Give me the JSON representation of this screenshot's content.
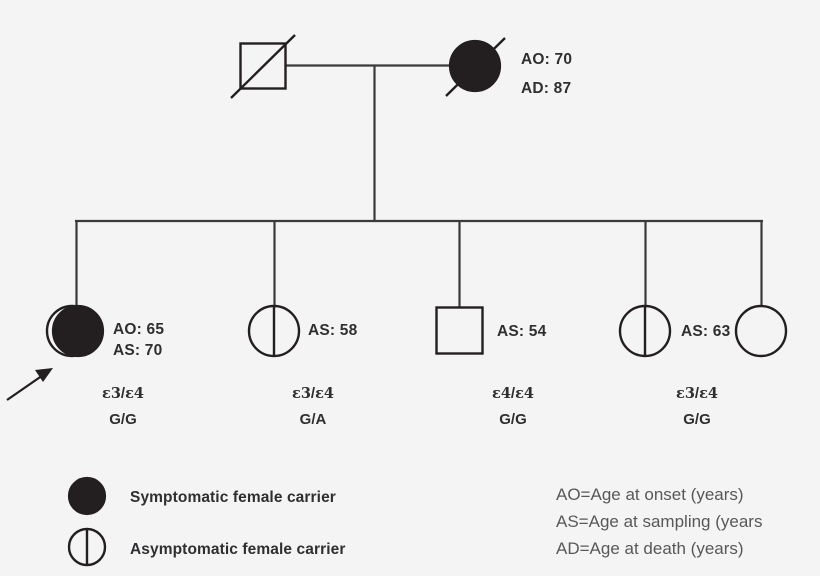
{
  "figure": {
    "type": "pedigree-chart",
    "background_color": "#f4f4f4",
    "line_color": "#3a3a3c",
    "symbol_color": "#231f20"
  },
  "generation1": {
    "father": {
      "id": "I-1",
      "sex": "male",
      "shape": "square",
      "affected": "unaffected",
      "fill": "none",
      "deceased": true,
      "labels": []
    },
    "mother": {
      "id": "I-2",
      "sex": "female",
      "shape": "circle",
      "affected": "symptomatic-carrier",
      "fill": "full",
      "deceased": true,
      "label_line1": "AO: 70",
      "label_line2": "AD: 87"
    }
  },
  "generation2": [
    {
      "id": "II-1",
      "sex": "female",
      "shape": "circle",
      "affected": "symptomatic-carrier",
      "fill": "full",
      "deceased": false,
      "proband": true,
      "label_line1": "AO: 65",
      "label_line2": "AS: 70",
      "apoe": "ε3/ε4",
      "apoe_allele1": "ε3",
      "apoe_allele2": "ε4",
      "snp": "G/G"
    },
    {
      "id": "II-2",
      "sex": "female",
      "shape": "circle",
      "affected": "asymptomatic-carrier",
      "fill": "half",
      "deceased": false,
      "proband": false,
      "label_line1": "AS: 58",
      "label_line2": "",
      "apoe": "ε3/ε4",
      "apoe_allele1": "ε3",
      "apoe_allele2": "ε4",
      "snp": "G/A"
    },
    {
      "id": "II-3",
      "sex": "male",
      "shape": "square",
      "affected": "unaffected",
      "fill": "none",
      "deceased": false,
      "proband": false,
      "label_line1": "AS: 54",
      "label_line2": "",
      "apoe": "ε4/ε4",
      "apoe_allele1": "ε4",
      "apoe_allele2": "ε4",
      "snp": "G/G"
    },
    {
      "id": "II-4",
      "sex": "female",
      "shape": "circle",
      "affected": "asymptomatic-carrier",
      "fill": "half",
      "deceased": false,
      "proband": false,
      "label_line1": "AS: 63",
      "label_line2": "",
      "apoe": "ε3/ε4",
      "apoe_allele1": "ε3",
      "apoe_allele2": "ε4",
      "snp": "G/G"
    },
    {
      "id": "II-5",
      "sex": "female",
      "shape": "circle",
      "affected": "unaffected",
      "fill": "none",
      "deceased": false,
      "proband": false,
      "label_line1": "",
      "label_line2": "",
      "apoe": "",
      "apoe_allele1": "",
      "apoe_allele2": "",
      "snp": ""
    }
  ],
  "legend": {
    "items": [
      {
        "fill": "full",
        "label": "Symptomatic female carrier"
      },
      {
        "fill": "half",
        "label": "Asymptomatic female  carrier"
      }
    ]
  },
  "abbreviations": {
    "lines": [
      "AO=Age at onset (years)",
      "AS=Age at sampling (years",
      "AD=Age at death (years)"
    ]
  }
}
